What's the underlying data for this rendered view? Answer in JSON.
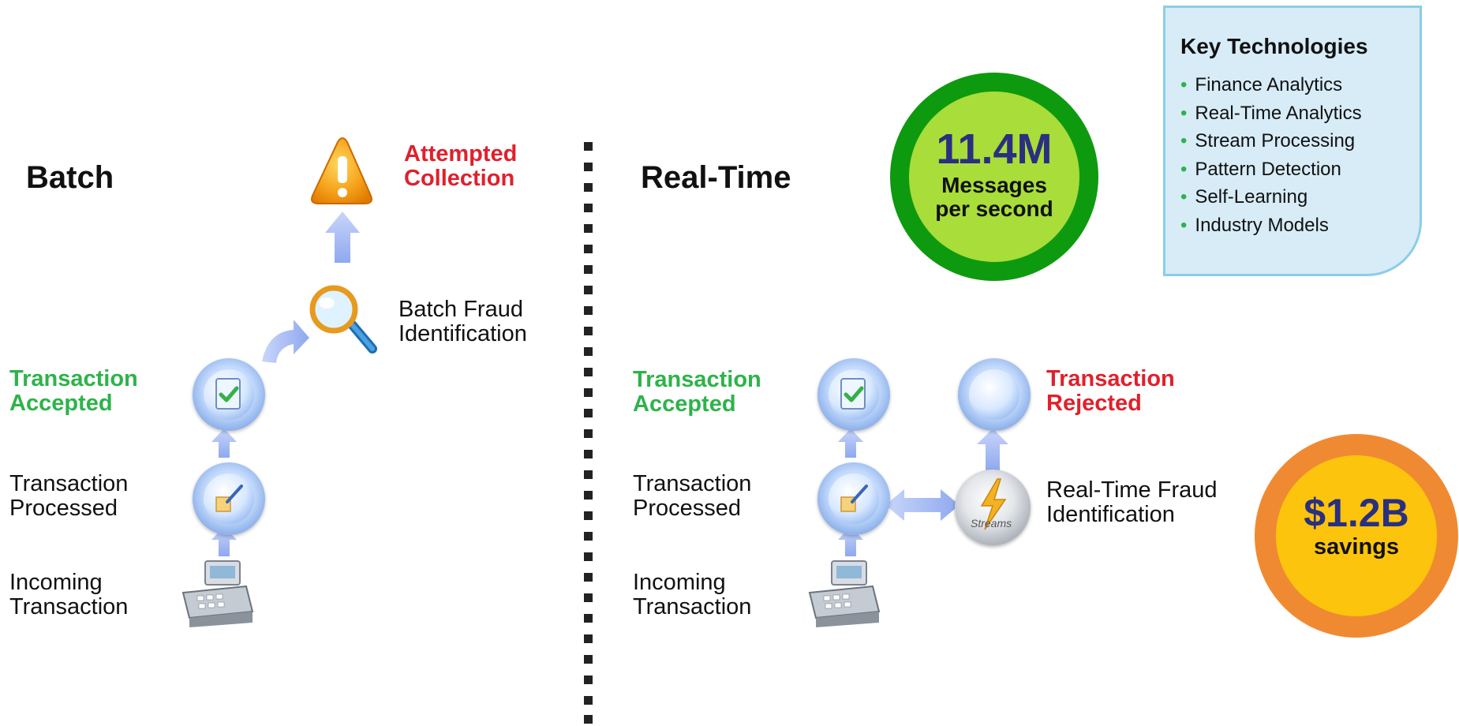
{
  "batch": {
    "title": "Batch",
    "attempted_collection": [
      "Attempted",
      "Collection"
    ],
    "batch_fraud_identification": [
      "Batch Fraud",
      "Identification"
    ],
    "transaction_accepted": [
      "Transaction",
      "Accepted"
    ],
    "transaction_processed": [
      "Transaction",
      "Processed"
    ],
    "incoming_transaction": [
      "Incoming",
      "Transaction"
    ]
  },
  "realtime": {
    "title": "Real-Time",
    "transaction_accepted": [
      "Transaction",
      "Accepted"
    ],
    "transaction_rejected": [
      "Transaction",
      "Rejected"
    ],
    "transaction_processed": [
      "Transaction",
      "Processed"
    ],
    "real_time_fraud_identification": [
      "Real-Time Fraud",
      "Identification"
    ],
    "incoming_transaction": [
      "Incoming",
      "Transaction"
    ],
    "streams_logo_text": "Streams"
  },
  "messages_badge": {
    "value": "11.4M",
    "line1": "Messages",
    "line2": "per second"
  },
  "savings_badge": {
    "value": "$1.2B",
    "label": "savings"
  },
  "key_technologies": {
    "title": "Key Technologies",
    "items": [
      "Finance Analytics",
      "Real-Time Analytics",
      "Stream Processing",
      "Pattern Detection",
      "Self-Learning",
      "Industry Models"
    ]
  },
  "colors": {
    "accepted_green": "#2db34a",
    "alert_red": "#e0202c",
    "badge_green_outer": "#0e9a0e",
    "badge_green_inner": "#a8dd3a",
    "badge_orange_outer": "#f08a32",
    "badge_orange_inner": "#fcc40c",
    "badge_text_navy": "#2b2f80",
    "arrow_blue": "#9fb6f2"
  },
  "icons": [
    "warning-icon",
    "magnifier-icon",
    "check-document-icon",
    "pencil-document-icon",
    "cash-register-icon",
    "streams-logo-icon",
    "small-warning-icon"
  ]
}
